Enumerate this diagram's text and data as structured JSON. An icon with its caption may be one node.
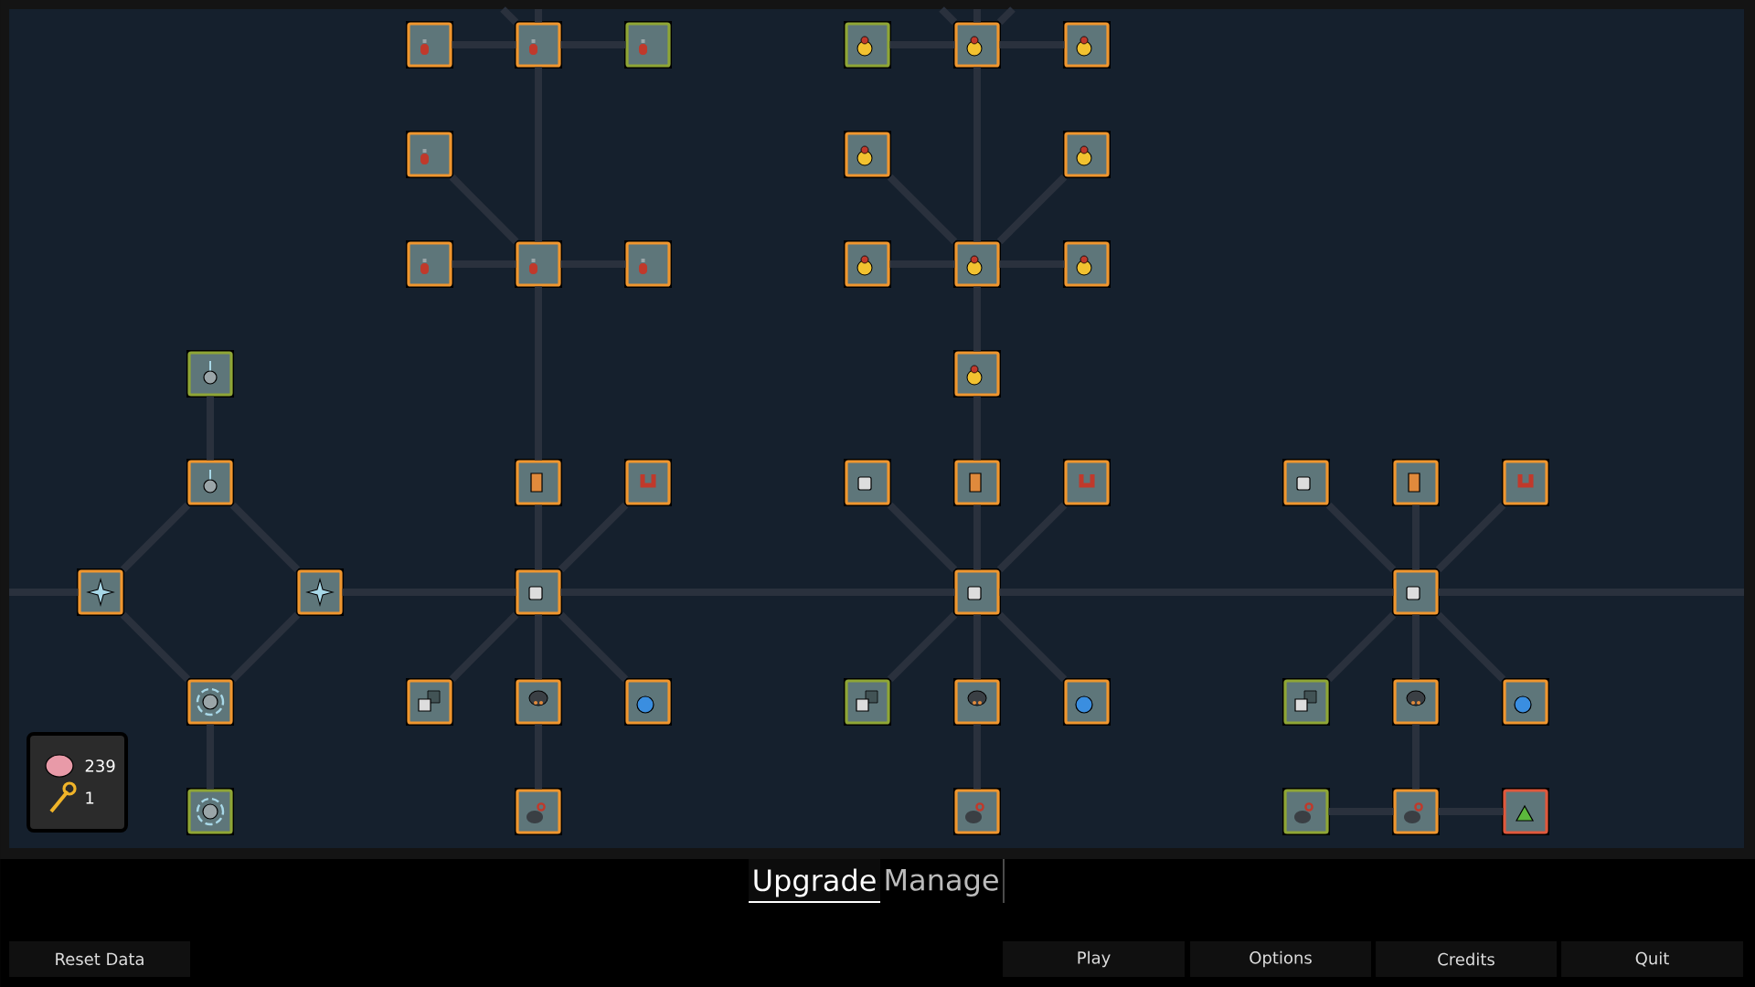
{
  "diagram": {
    "nodes": [
      {
        "text": [],
        "shape": "box"
      },
      {
        "text": [],
        "shape": "box"
      },
      {
        "text": [],
        "shape": "box"
      },
      {
        "text": [],
        "shape": "box"
      },
      {
        "text": [],
        "shape": "box"
      },
      {
        "text": [],
        "shape": "box"
      },
      {
        "text": [],
        "shape": "box"
      },
      {
        "text": [],
        "shape": "box"
      },
      {
        "text": [],
        "shape": "box"
      },
      {
        "text": [],
        "shape": "box"
      },
      {
        "text": [],
        "shape": "box"
      },
      {
        "text": [],
        "shape": "box"
      },
      {
        "text": [],
        "shape": "box"
      },
      {
        "text": [],
        "shape": "box"
      },
      {
        "text": [],
        "shape": "box"
      },
      {
        "text": [],
        "shape": "box"
      },
      {
        "text": [],
        "shape": "box"
      },
      {
        "text": [],
        "shape": "box"
      },
      {
        "text": [],
        "shape": "box"
      },
      {
        "text": [],
        "shape": "box"
      },
      {
        "text": [],
        "shape": "box"
      },
      {
        "text": [],
        "shape": "box"
      },
      {
        "text": [],
        "shape": "box"
      },
      {
        "text": [],
        "shape": "box"
      },
      {
        "text": [],
        "shape": "box"
      },
      {
        "text": [],
        "shape": "box"
      },
      {
        "text": [],
        "shape": "box"
      },
      {
        "text": [],
        "shape": "box"
      },
      {
        "text": [],
        "shape": "box"
      },
      {
        "text": [],
        "shape": "box"
      },
      {
        "text": [],
        "shape": "box"
      },
      {
        "text": [],
        "shape": "box"
      },
      {
        "text": [],
        "shape": "box"
      },
      {
        "text": [],
        "shape": "box"
      },
      {
        "text": [],
        "shape": "box"
      },
      {
        "text": [],
        "shape": "box"
      },
      {
        "text": [],
        "shape": "box"
      },
      {
        "text": [],
        "shape": "box"
      },
      {
        "text": [],
        "shape": "box"
      },
      {
        "text": [],
        "shape": "box"
      },
      {
        "text": [],
        "shape": "box"
      },
      {
        "text": [],
        "shape": "box"
      },
      {
        "text": [],
        "shape": "box"
      },
      {
        "text": [],
        "shape": "box"
      },
      {
        "text": [],
        "shape": "box"
      },
      {
        "text": [],
        "shape": "box"
      },
      {
        "text": [],
        "shape": "box"
      }
    ],
    "edges": [
      {
        "from": null,
        "to": 1,
        "arrow": "none"
      },
      {
        "from": null,
        "to": 1,
        "arrow": "none"
      },
      {
        "from": null,
        "to": 4,
        "arrow": "none"
      },
      {
        "from": null,
        "to": 4,
        "arrow": "none"
      },
      {
        "from": null,
        "to": 4,
        "arrow": "none"
      },
      {
        "from": 0,
        "to": 1,
        "arrow": "none"
      },
      {
        "from": 1,
        "to": 2,
        "arrow": "none"
      },
      {
        "from": 3,
        "to": 4,
        "arrow": "none"
      },
      {
        "from": 4,
        "to": 5,
        "arrow": "none"
      },
      {
        "from": 1,
        "to": 10,
        "arrow": "none"
      },
      {
        "from": 6,
        "to": 10,
        "arrow": "none"
      },
      {
        "from": 9,
        "to": 10,
        "arrow": "none"
      },
      {
        "from": 10,
        "to": 11,
        "arrow": "none"
      },
      {
        "from": 4,
        "to": 13,
        "arrow": "none"
      },
      {
        "from": 7,
        "to": 13,
        "arrow": "none"
      },
      {
        "from": 8,
        "to": 13,
        "arrow": "none"
      },
      {
        "from": 12,
        "to": 13,
        "arrow": "none"
      },
      {
        "from": 13,
        "to": 14,
        "arrow": "none"
      },
      {
        "from": 13,
        "to": 16,
        "arrow": "none"
      },
      {
        "from": 10,
        "to": 18,
        "arrow": "none"
      },
      {
        "from": 18,
        "to": 28,
        "arrow": "none"
      },
      {
        "from": 19,
        "to": 28,
        "arrow": "none"
      },
      {
        "from": 16,
        "to": 21,
        "arrow": "none"
      },
      {
        "from": 21,
        "to": 29,
        "arrow": "none"
      },
      {
        "from": 20,
        "to": 29,
        "arrow": "none"
      },
      {
        "from": 22,
        "to": 29,
        "arrow": "none"
      },
      {
        "from": 23,
        "to": 30,
        "arrow": "none"
      },
      {
        "from": 24,
        "to": 30,
        "arrow": "none"
      },
      {
        "from": 25,
        "to": 30,
        "arrow": "none"
      },
      {
        "from": 15,
        "to": 17,
        "arrow": "none"
      },
      {
        "from": 17,
        "to": 26,
        "arrow": "none"
      },
      {
        "from": 17,
        "to": 27,
        "arrow": "none"
      },
      {
        "from": 26,
        "to": 31,
        "arrow": "none"
      },
      {
        "from": 27,
        "to": 31,
        "arrow": "none"
      },
      {
        "from": 31,
        "to": 41,
        "arrow": "none"
      },
      {
        "from": null,
        "to": 26,
        "arrow": "none"
      },
      {
        "from": 27,
        "to": 28,
        "arrow": "none"
      },
      {
        "from": 28,
        "to": 29,
        "arrow": "none"
      },
      {
        "from": 29,
        "to": 30,
        "arrow": "none"
      },
      {
        "from": 30,
        "to": null,
        "arrow": "none"
      },
      {
        "from": 28,
        "to": 32,
        "arrow": "none"
      },
      {
        "from": 28,
        "to": 33,
        "arrow": "none"
      },
      {
        "from": 28,
        "to": 34,
        "arrow": "none"
      },
      {
        "from": 33,
        "to": 42,
        "arrow": "none"
      },
      {
        "from": 29,
        "to": 35,
        "arrow": "none"
      },
      {
        "from": 29,
        "to": 36,
        "arrow": "none"
      },
      {
        "from": 29,
        "to": 37,
        "arrow": "none"
      },
      {
        "from": 36,
        "to": 43,
        "arrow": "none"
      },
      {
        "from": 30,
        "to": 38,
        "arrow": "none"
      },
      {
        "from": 30,
        "to": 39,
        "arrow": "none"
      },
      {
        "from": 30,
        "to": 40,
        "arrow": "none"
      },
      {
        "from": 39,
        "to": 45,
        "arrow": "none"
      },
      {
        "from": 44,
        "to": 45,
        "arrow": "none"
      },
      {
        "from": 45,
        "to": 46,
        "arrow": "none"
      }
    ],
    "labels": [
      "239",
      "1",
      "Upgrade",
      "Manage",
      "Reset Data",
      "Play",
      "Options",
      "Credits",
      "Quit"
    ]
  }
}
